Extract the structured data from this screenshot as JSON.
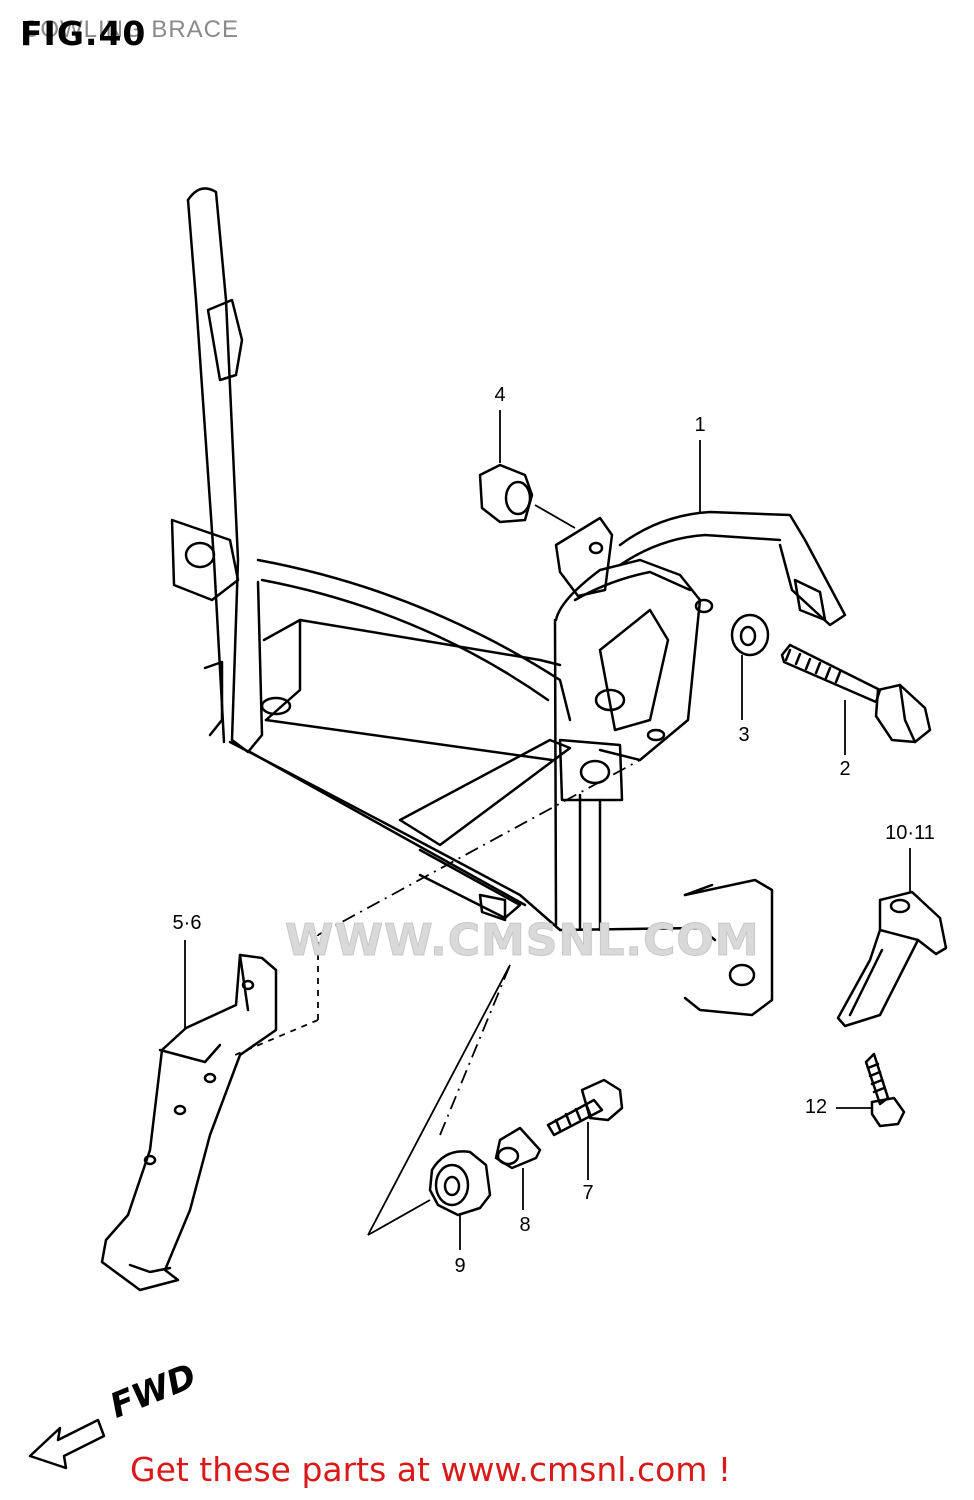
{
  "figure": {
    "title": "FIG.40",
    "subtitle": "COWLING BRACE"
  },
  "callouts": [
    {
      "id": "1",
      "label": "1"
    },
    {
      "id": "2",
      "label": "2"
    },
    {
      "id": "3",
      "label": "3"
    },
    {
      "id": "4",
      "label": "4"
    },
    {
      "id": "5-6",
      "label": "5·6"
    },
    {
      "id": "7",
      "label": "7"
    },
    {
      "id": "8",
      "label": "8"
    },
    {
      "id": "9",
      "label": "9"
    },
    {
      "id": "10-11",
      "label": "10·11"
    },
    {
      "id": "12",
      "label": "12"
    }
  ],
  "watermark": {
    "text": "WWW.CMSNL.COM"
  },
  "direction": {
    "label": "FWD"
  },
  "footer": {
    "text": "Get these parts at www.cmsnl.com !",
    "color": "#d81a1a"
  }
}
